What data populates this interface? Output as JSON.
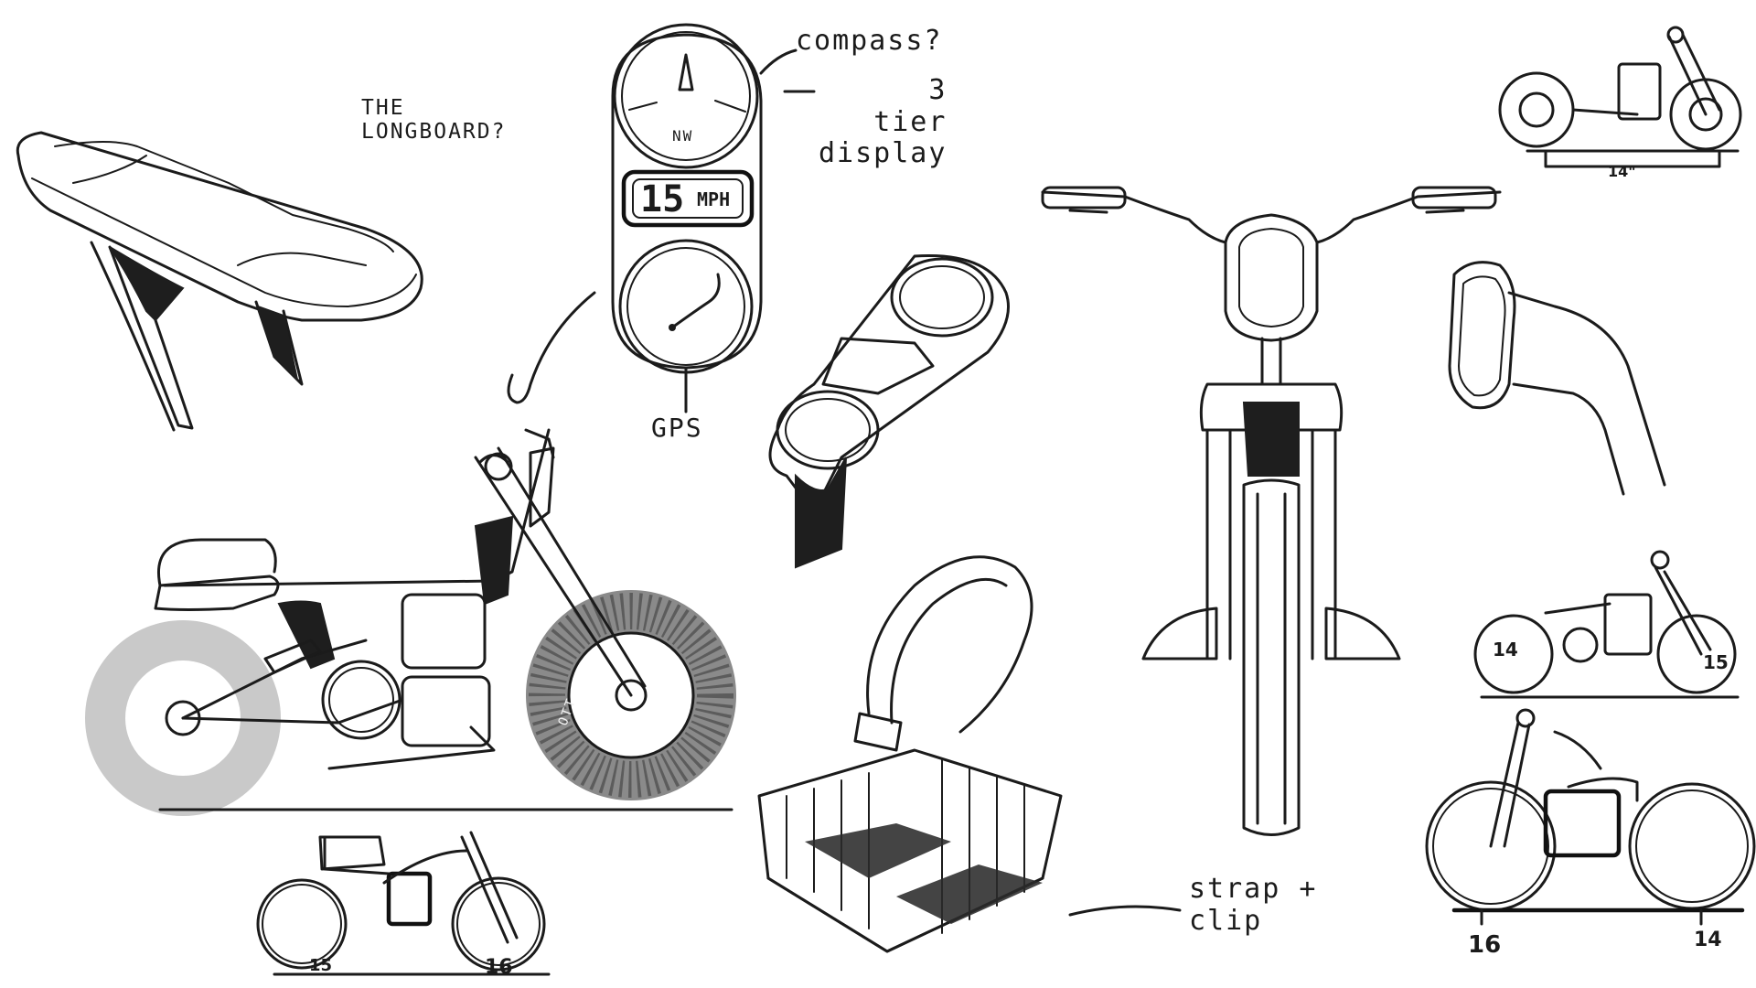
{
  "annotations": {
    "longboard": "THE\nLONGBOARD?",
    "compass": "compass?",
    "three_tier": "3\ntier\ndisplay",
    "speed": "15",
    "speed_unit": "MPH",
    "heading": "NW",
    "gps": "GPS",
    "strap": "strap +\nclip",
    "tire_brand": "OTT"
  },
  "dimensions": {
    "top_right_wheelbase": "14\"",
    "mid_right_rear": "14",
    "mid_right_front": "15",
    "bottom_right_rear": "16",
    "bottom_right_front": "14",
    "bottom_left_rear": "15",
    "bottom_left_front": "16"
  },
  "colors": {
    "ink": "#1b1b1b",
    "paper": "#ffffff",
    "light_tire": "#c9c9c9",
    "dark_tire": "#8a8a8a"
  }
}
